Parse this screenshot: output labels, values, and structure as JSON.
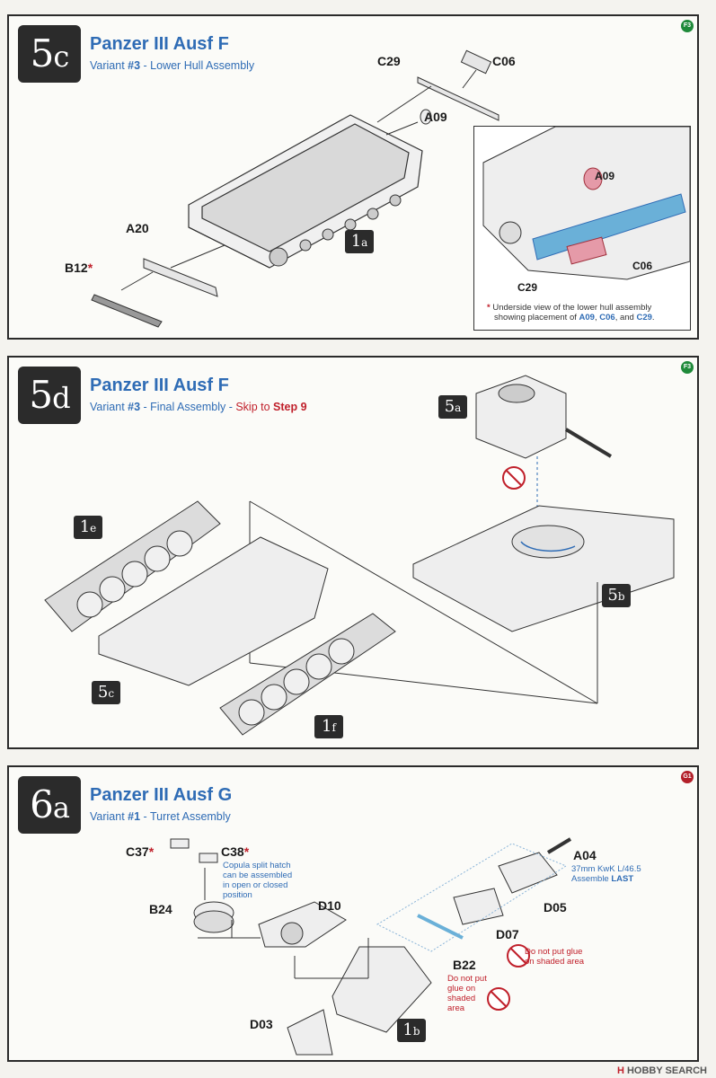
{
  "panels": {
    "p5c": {
      "step": "5",
      "step_sub": "c",
      "title": "Panzer III Ausf F",
      "sub_pre": "Variant ",
      "sub_variant": "#3",
      "sub_post": " - Lower Hull Assembly",
      "sheet": "F3",
      "parts": {
        "c29": "C29",
        "c06": "C06",
        "a09": "A09",
        "a20": "A20",
        "b12": "B12",
        "b12_mark": "*"
      },
      "ref_badge": {
        "num": "1",
        "sub": "a"
      },
      "inset": {
        "labels": {
          "a09": "A09",
          "c06": "C06",
          "c29": "C29"
        },
        "note_mark": "*",
        "note_line1": "Underside view of the lower hull assembly",
        "note_line2_pre": "showing placement of ",
        "note_a09": "A09",
        "note_sep1": ", ",
        "note_c06": "C06",
        "note_sep2": ", and ",
        "note_c29": "C29",
        "note_end": "."
      }
    },
    "p5d": {
      "step": "5",
      "step_sub": "d",
      "title": "Panzer III Ausf F",
      "sub_pre": "Variant ",
      "sub_variant": "#3",
      "sub_mid": " - Final Assembly - ",
      "sub_skip": "Skip to ",
      "sub_step": "Step 9",
      "sheet": "F3",
      "badges": {
        "b5a": {
          "num": "5",
          "sub": "a"
        },
        "b1e": {
          "num": "1",
          "sub": "e"
        },
        "b5b": {
          "num": "5",
          "sub": "b"
        },
        "b5c": {
          "num": "5",
          "sub": "c"
        },
        "b1f": {
          "num": "1",
          "sub": "f"
        }
      }
    },
    "p6a": {
      "step": "6",
      "step_sub": "a",
      "title": "Panzer III Ausf G",
      "sub_pre": "Variant ",
      "sub_variant": "#1",
      "sub_post": " - Turret Assembly",
      "sheet": "G1",
      "parts": {
        "c37": "C37",
        "c37_mark": "*",
        "c38": "C38",
        "c38_mark": "*",
        "b24": "B24",
        "d10": "D10",
        "a04": "A04",
        "d05": "D05",
        "d07": "D07",
        "b22": "B22",
        "d03": "D03"
      },
      "notes": {
        "c38_1": "Copula split hatch",
        "c38_2": "can be assembled",
        "c38_3": "in open or closed",
        "c38_4": "position",
        "a04_1": "37mm KwK L/46.5",
        "a04_2_pre": "Assemble ",
        "a04_2_bold": "LAST",
        "d07_1": "Do not put glue",
        "d07_2": "on shaded area",
        "b22_1": "Do not put",
        "b22_2": "glue on",
        "b22_3": "shaded",
        "b22_4": "area"
      },
      "ref_badge": {
        "num": "1",
        "sub": "b"
      }
    }
  },
  "watermark": {
    "logo": "H",
    "text": "HOBBY SEARCH"
  },
  "colors": {
    "title_blue": "#2f6cb5",
    "warn_red": "#c0202b",
    "highlight_blue": "#6ab0d8",
    "highlight_pink": "#e59aa8"
  }
}
